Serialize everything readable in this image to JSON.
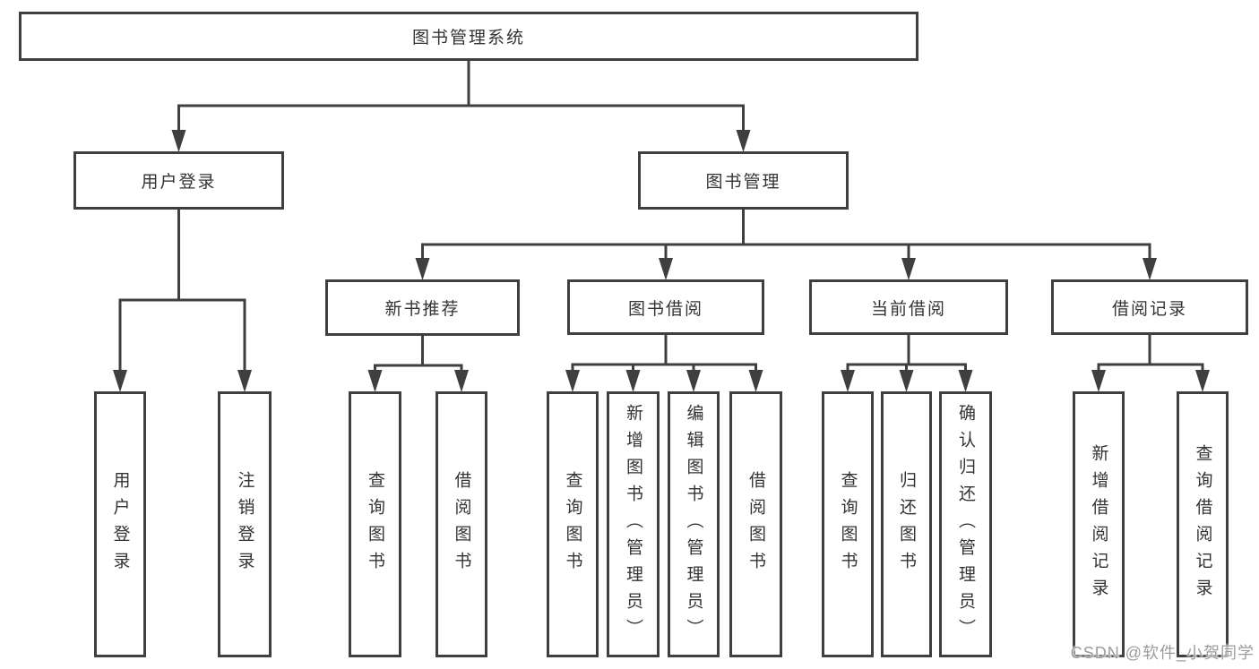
{
  "diagram": {
    "nodes": {
      "root": "图书管理系统",
      "user_login": "用户登录",
      "book_mgmt": "图书管理",
      "new_book_rec": "新书推荐",
      "book_borrow": "图书借阅",
      "current_borrow": "当前借阅",
      "borrow_records": "借阅记录",
      "ul_login": "用户登录",
      "ul_logout": "注销登录",
      "nb_query": "查询图书",
      "nb_borrow": "借阅图书",
      "bb_query": "查询图书",
      "bb_add": "新增图书（管理员）",
      "bb_edit": "编辑图书（管理员）",
      "bb_borrow": "借阅图书",
      "cb_query": "查询图书",
      "cb_return": "归还图书",
      "cb_confirm": "确认归还（管理员）",
      "br_add": "新增借阅记录",
      "br_query": "查询借阅记录"
    }
  },
  "watermark": "CSDN @软件_小贺同学",
  "colors": {
    "line": "#3f3f3f",
    "text": "#333333",
    "watermark": "#9c9c9c",
    "background": "#ffffff"
  }
}
